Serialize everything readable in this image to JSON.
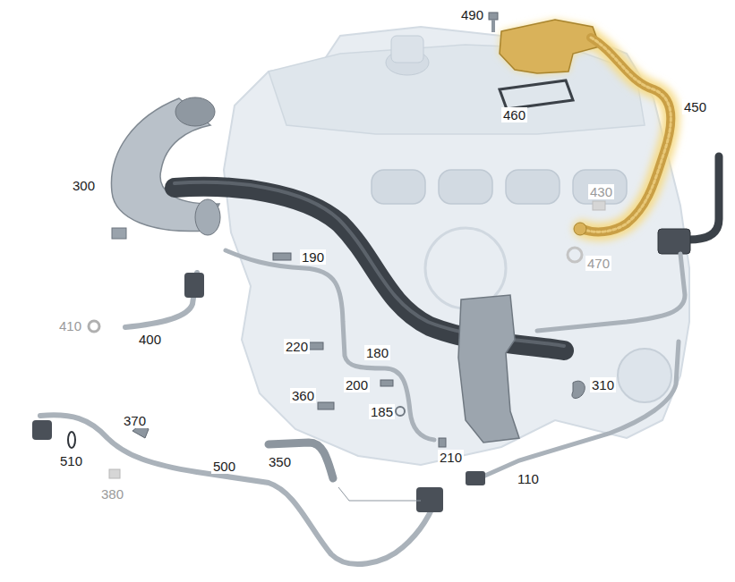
{
  "diagram": {
    "labels": [
      "490",
      "460",
      "450",
      "300",
      "430",
      "470",
      "190",
      "410",
      "400",
      "220",
      "180",
      "360",
      "200",
      "310",
      "185",
      "370",
      "210",
      "510",
      "350",
      "500",
      "110",
      "380"
    ]
  }
}
